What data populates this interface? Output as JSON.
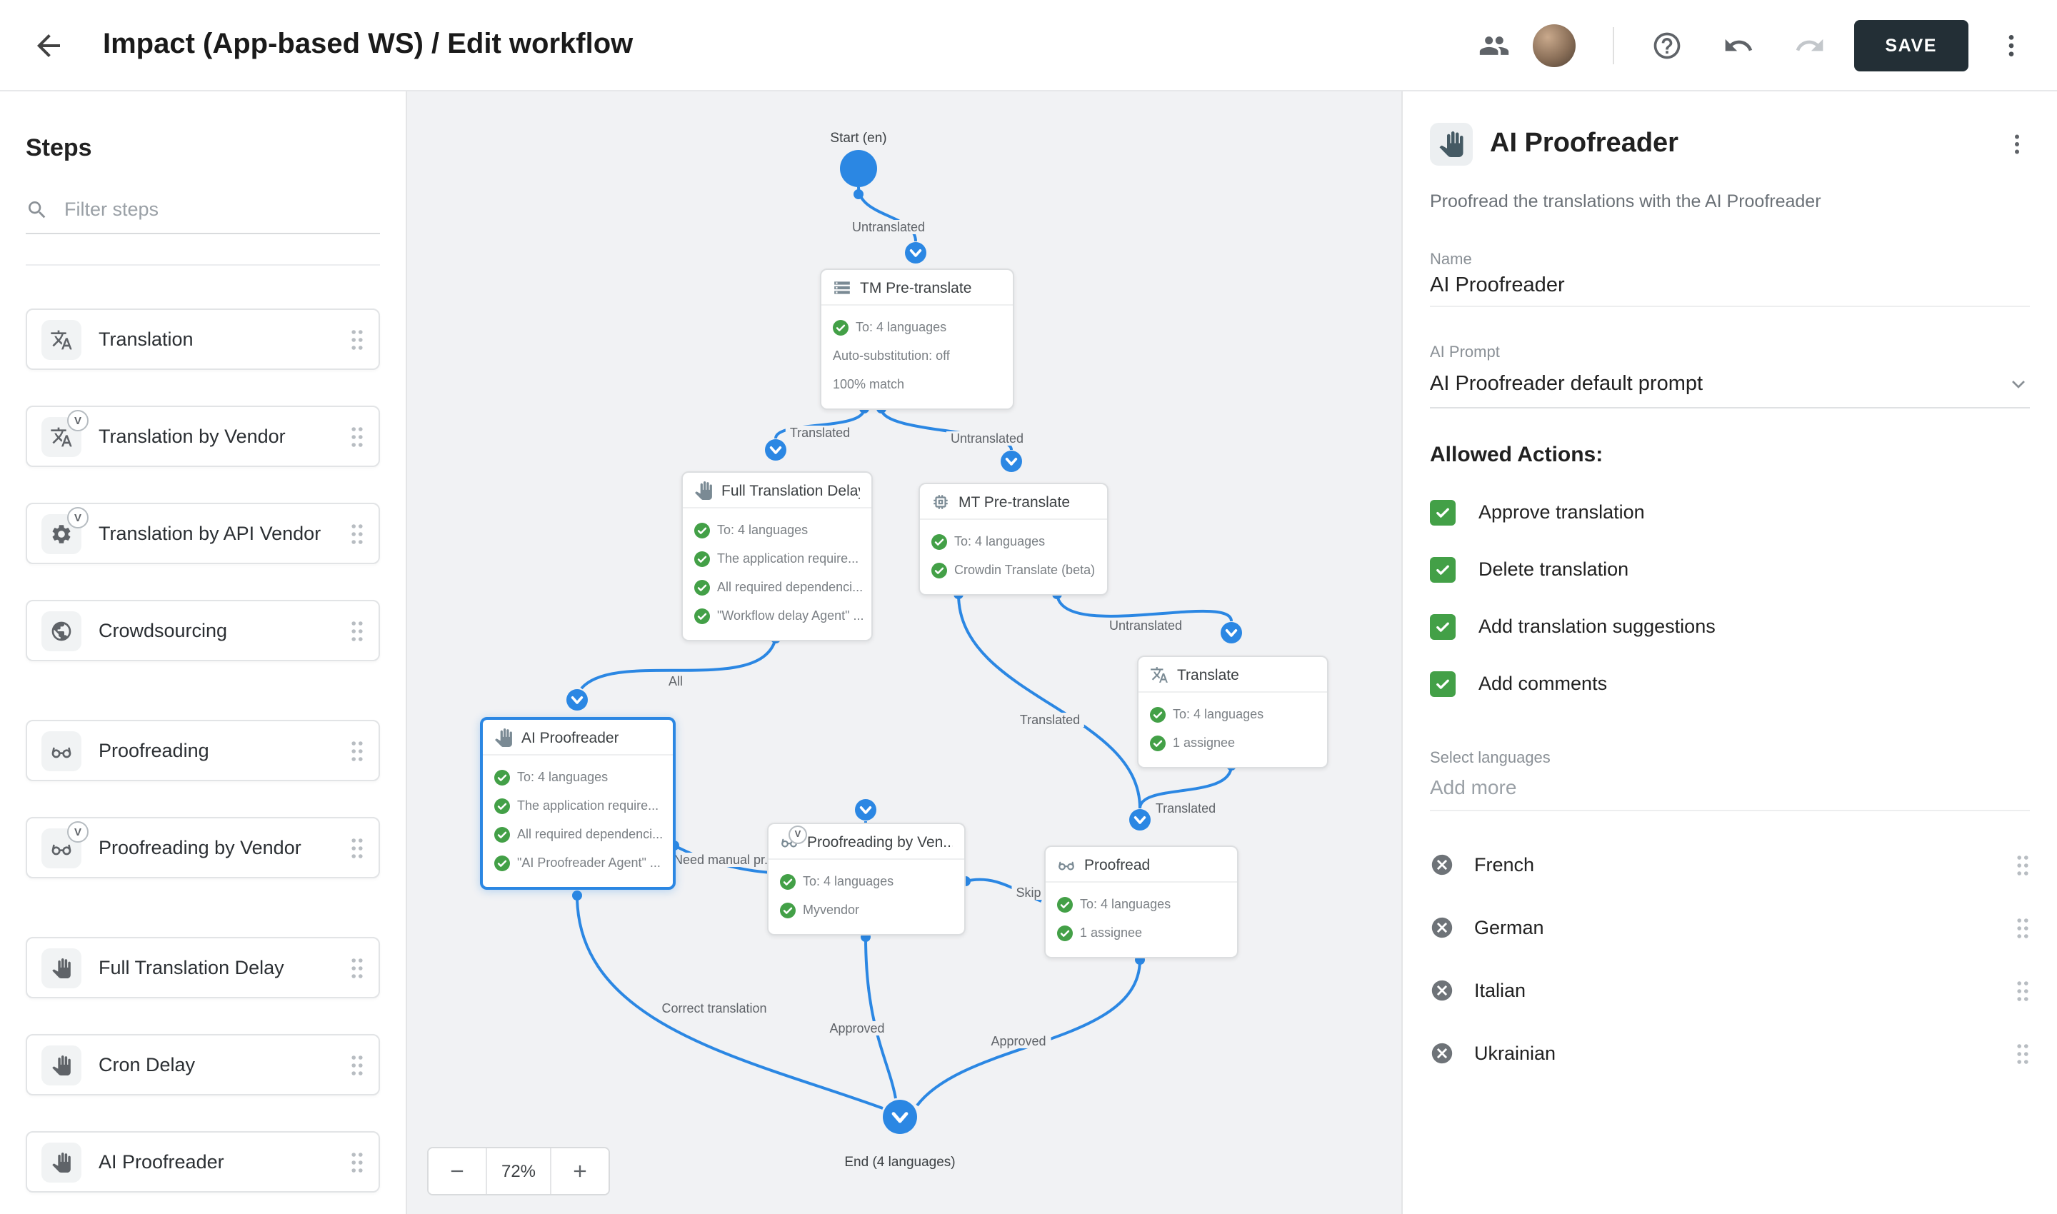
{
  "topbar": {
    "title": "Impact (App-based WS) / Edit workflow",
    "save_label": "SAVE"
  },
  "sidebar": {
    "heading": "Steps",
    "filter_placeholder": "Filter steps",
    "vendor_badge": "V",
    "items": [
      {
        "label": "Translation"
      },
      {
        "label": "Translation by Vendor"
      },
      {
        "label": "Translation by API Vendor"
      },
      {
        "label": "Crowdsourcing"
      },
      {
        "label": "Proofreading"
      },
      {
        "label": "Proofreading by Vendor"
      },
      {
        "label": "Full Translation Delay"
      },
      {
        "label": "Cron Delay"
      },
      {
        "label": "AI Proofreader"
      }
    ]
  },
  "canvas": {
    "zoom": "72%",
    "start_label": "Start (en)",
    "end_label": "End (4 languages)",
    "nodes": [
      {
        "title": "TM Pre-translate",
        "items": [
          {
            "text": "To: 4 languages",
            "check": true
          },
          {
            "text": "Auto-substitution: off",
            "check": false
          },
          {
            "text": "100% match",
            "check": false
          }
        ]
      },
      {
        "title": "Full Translation Delay",
        "items": [
          {
            "text": "To: 4 languages",
            "check": true
          },
          {
            "text": "The application require...",
            "check": true
          },
          {
            "text": "All required dependenci...",
            "check": true
          },
          {
            "text": "\"Workflow delay Agent\" ...",
            "check": true
          }
        ]
      },
      {
        "title": "MT Pre-translate",
        "items": [
          {
            "text": "To: 4 languages",
            "check": true
          },
          {
            "text": "Crowdin Translate (beta)",
            "check": true
          }
        ]
      },
      {
        "title": "Translate",
        "items": [
          {
            "text": "To: 4 languages",
            "check": true
          },
          {
            "text": "1 assignee",
            "check": true
          }
        ]
      },
      {
        "title": "AI Proofreader",
        "items": [
          {
            "text": "To: 4 languages",
            "check": true
          },
          {
            "text": "The application require...",
            "check": true
          },
          {
            "text": "All required dependenci...",
            "check": true
          },
          {
            "text": "\"AI Proofreader Agent\" ...",
            "check": true
          }
        ]
      },
      {
        "title": "Proofreading by Ven...",
        "items": [
          {
            "text": "To: 4 languages",
            "check": true
          },
          {
            "text": "Myvendor",
            "check": true
          }
        ]
      },
      {
        "title": "Proofread",
        "items": [
          {
            "text": "To: 4 languages",
            "check": true
          },
          {
            "text": "1 assignee",
            "check": true
          }
        ]
      }
    ],
    "edge_labels": [
      "Untranslated",
      "Translated",
      "Untranslated",
      "Untranslated",
      "Translated",
      "Translated",
      "All",
      "Need manual pr...",
      "Skip",
      "Correct translation",
      "Approved",
      "Approved"
    ]
  },
  "panel": {
    "title": "AI Proofreader",
    "description": "Proofread the translations with the AI Proofreader",
    "name_label": "Name",
    "name_value": "AI Proofreader",
    "prompt_label": "AI Prompt",
    "prompt_value": "AI Proofreader default prompt",
    "allowed_actions_heading": "Allowed Actions:",
    "actions": [
      "Approve translation",
      "Delete translation",
      "Add translation suggestions",
      "Add comments"
    ],
    "select_languages_label": "Select languages",
    "add_more_placeholder": "Add more",
    "languages": [
      "French",
      "German",
      "Italian",
      "Ukrainian"
    ]
  }
}
